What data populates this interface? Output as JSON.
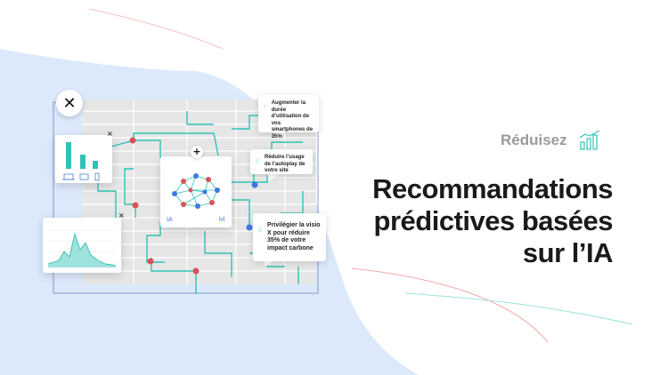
{
  "hero": {
    "eyebrow": "Réduisez",
    "headline_lines": [
      "Recommandations",
      "prédictives basées",
      "sur l’IA"
    ]
  },
  "illustration": {
    "close_symbol": "✕",
    "ai_card": {
      "label_left": "IA",
      "label_right": "lvl",
      "plus_symbol": "+"
    },
    "tips": [
      {
        "icon": "lightbulb-icon",
        "text": "Augmenter la durée d’utilisation de vos smartphones de 35%"
      },
      {
        "icon": "lightbulb-icon",
        "text": "Réduire l’usage de l’autoplay de votre site"
      },
      {
        "icon": "lightbulb-icon",
        "text": "Privilégier la visio X pour réduire 35% de votre impact carbone"
      }
    ],
    "mini_close_symbol": "×"
  },
  "colors": {
    "accent_teal": "#2fc3b6",
    "node_red": "#d9525a",
    "node_blue": "#3b78e7",
    "backdrop_blue": "#dce9fb",
    "headline": "#1a1a1a",
    "eyebrow": "#9a9a9a"
  }
}
